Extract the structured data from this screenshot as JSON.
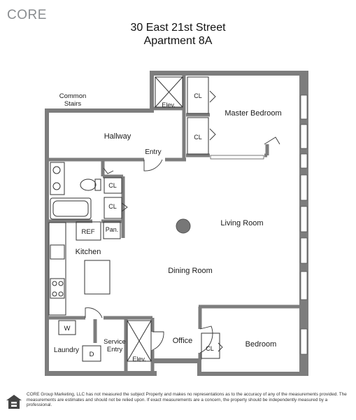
{
  "brand": "CORE",
  "title": {
    "line1": "30 East 21st Street",
    "line2": "Apartment 8A"
  },
  "rooms": {
    "common_stairs_1": "Common",
    "common_stairs_2": "Stairs",
    "hallway": "Hallway",
    "entry": "Entry",
    "elev_top": "Elev.",
    "cl_1": "CL",
    "cl_2": "CL",
    "master_bedroom": "Master Bedroom",
    "cl_3": "CL",
    "cl_4": "CL",
    "living_room": "Living Room",
    "ref": "REF",
    "pan": "Pan.",
    "kitchen": "Kitchen",
    "dining_room": "Dining Room",
    "w": "W",
    "d": "D",
    "laundry": "Laundry",
    "service_entry_1": "Service",
    "service_entry_2": "Entry",
    "elev_bottom": "Elev.",
    "office": "Office",
    "cl_5": "CL",
    "bedroom": "Bedroom"
  },
  "disclaimer": "CORE Group Marketing, LLC has not measured the subject Property and makes no representations as to the accuracy of any of the measurements provided. The measurements are estimates and should not be relied upon. If exact measurements are a concern, the property should be independently measured by a professional.",
  "icons": {
    "brand_logo": "core-logo",
    "equal_housing": "equal-housing-icon"
  },
  "colors": {
    "wall": "#7d7d7d",
    "line": "#333333",
    "brand": "#8a8d90"
  }
}
